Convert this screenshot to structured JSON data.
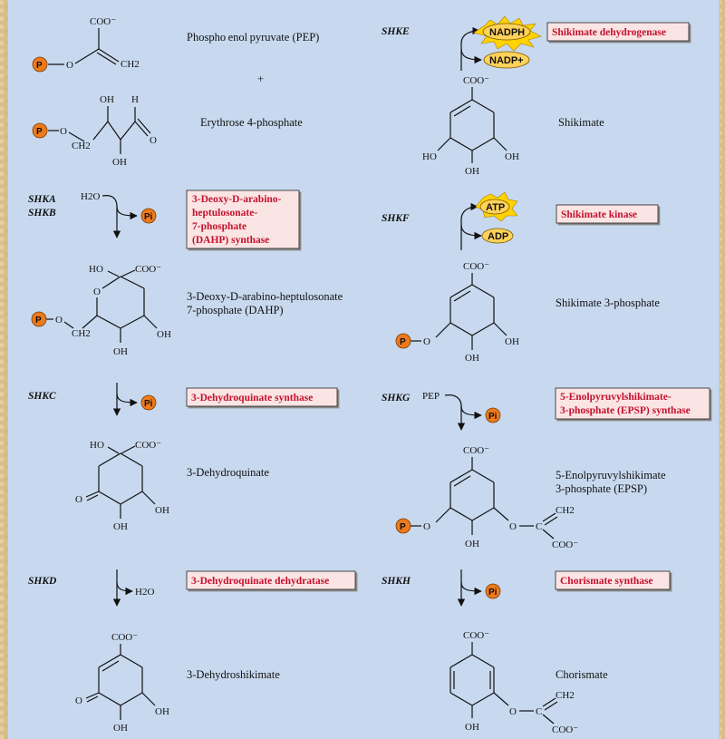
{
  "compounds": {
    "pep": "Phospho enol pyruvate (PEP)",
    "plus": "+",
    "e4p": "Erythrose 4-phosphate",
    "dahp_l1": "3-Deoxy-D-arabino-heptulosonate",
    "dahp_l2": "7-phosphate (DAHP)",
    "dhq": "3-Dehydroquinate",
    "dhs": "3-Dehydroshikimate",
    "shikimate": "Shikimate",
    "s3p": "Shikimate 3-phosphate",
    "epsp_l1": "5-Enolpyruvylshikimate",
    "epsp_l2": "3-phosphate (EPSP)",
    "chorismate": "Chorismate"
  },
  "genes": {
    "shka": "SHKA",
    "shkb": "SHKB",
    "shkc": "SHKC",
    "shkd": "SHKD",
    "shke": "SHKE",
    "shkf": "SHKF",
    "shkg": "SHKG",
    "shkh": "SHKH"
  },
  "enzymes": {
    "dahp_l1": "3-Deoxy-D-arabino-",
    "dahp_l2": "heptulosonate-",
    "dahp_l3": "7-phosphate",
    "dahp_l4": "(DAHP) synthase",
    "dhq_synthase": "3-Dehydroquinate synthase",
    "dhq_dehydratase": "3-Dehydroquinate dehydratase",
    "shik_dh": "Shikimate dehydrogenase",
    "shik_kinase": "Shikimate kinase",
    "epsp_l1": "5-Enolpyruvylshikimate-",
    "epsp_l2": "3-phosphate (EPSP) synthase",
    "chor_synthase": "Chorismate synthase"
  },
  "cofactors": {
    "nadph": "NADPH",
    "nadp": "NADP+",
    "atp": "ATP",
    "adp": "ADP",
    "h2o": "H2O",
    "h2o_in": "H2O",
    "pep_in": "PEP",
    "pi": "Pi",
    "p": "P"
  },
  "atoms": {
    "coo": "COO⁻",
    "oh": "OH",
    "ho": "HO",
    "h": "H",
    "o": "O",
    "ch2": "CH2",
    "c": "C"
  },
  "colors": {
    "panel": "#c8d9ef",
    "enzyme_text": "#c4122d",
    "enzyme_box": "#fbe4e4",
    "phosphate": "#ee7a1c",
    "cofactor": "#ffd25a"
  }
}
